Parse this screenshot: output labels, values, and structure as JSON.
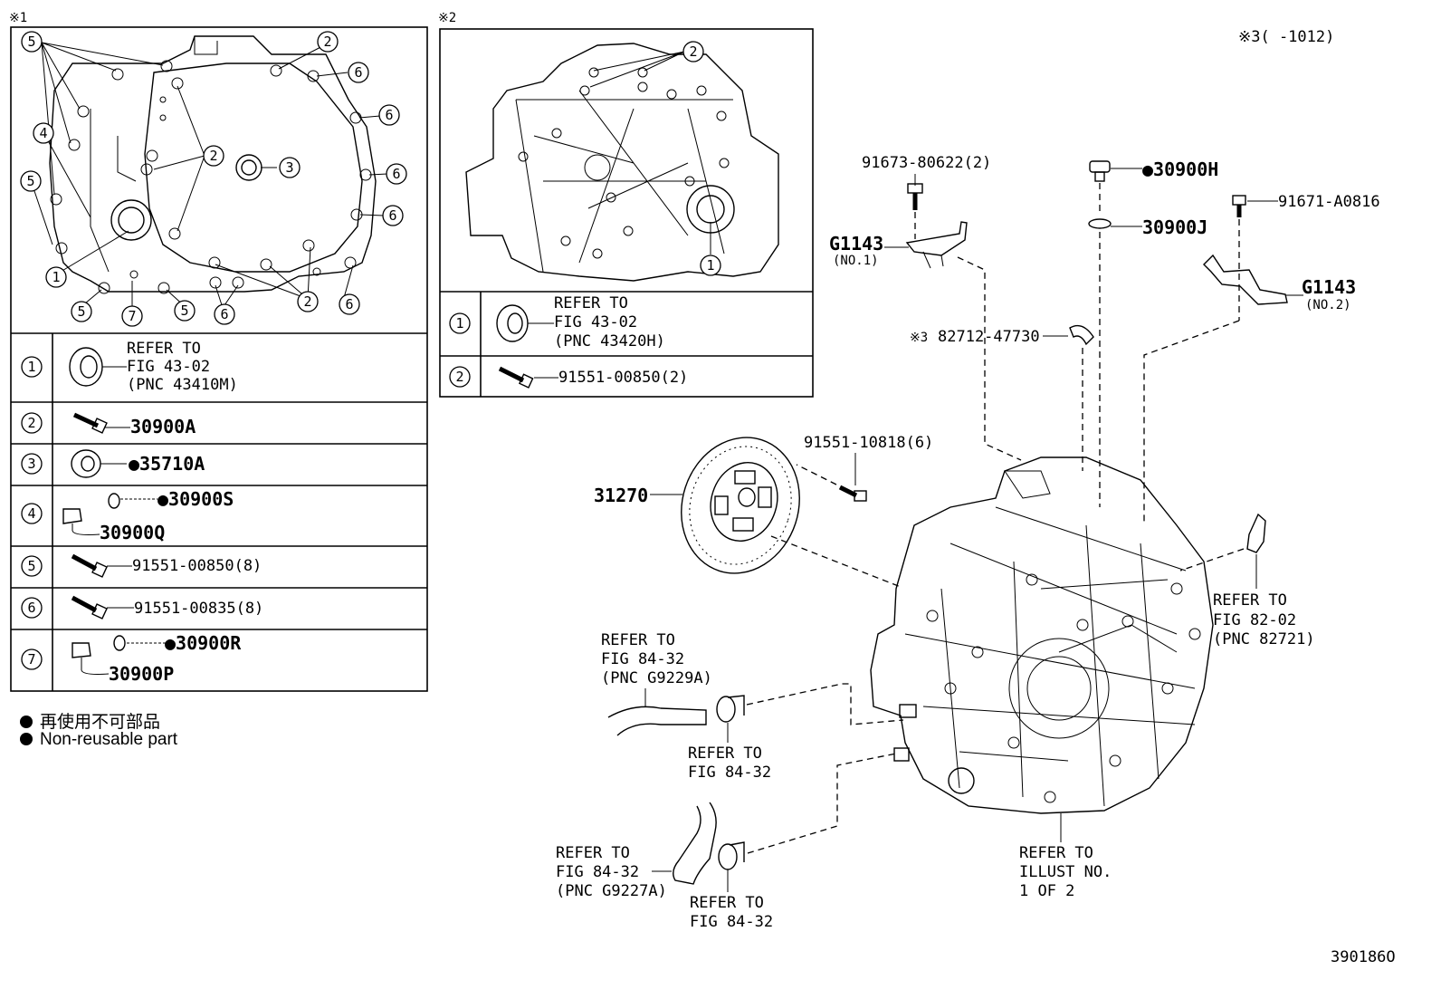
{
  "markers": {
    "box1": "※1",
    "box2": "※2",
    "ref3": "※3(     -1012)",
    "ref3_short": "※3"
  },
  "illustration_id": "390186O",
  "box1": {
    "callouts": [
      "5",
      "2",
      "6",
      "6",
      "4",
      "2",
      "3",
      "6",
      "5",
      "6",
      "1",
      "6",
      "5",
      "7",
      "5",
      "6",
      "2",
      "6"
    ],
    "rows": [
      {
        "num": "1",
        "lines": [
          "REFER TO",
          "FIG 43-02",
          "(PNC 43410M)"
        ]
      },
      {
        "num": "2",
        "part": "30900A"
      },
      {
        "num": "3",
        "part": "●35710A"
      },
      {
        "num": "4",
        "part": "●30900S",
        "part2": "30900Q"
      },
      {
        "num": "5",
        "part": "91551-00850(8)"
      },
      {
        "num": "6",
        "part": "91551-00835(8)"
      },
      {
        "num": "7",
        "part": "●30900R",
        "part2": "30900P"
      }
    ]
  },
  "box2": {
    "callouts": [
      "2",
      "1"
    ],
    "rows": [
      {
        "num": "1",
        "lines": [
          "REFER TO",
          "FIG 43-02",
          "(PNC 43420H)"
        ]
      },
      {
        "num": "2",
        "part": "91551-00850(2)"
      }
    ]
  },
  "legend": {
    "jp": "再使用不可部品",
    "en": "Non-reusable part"
  },
  "main": {
    "p91673": "91673-80622(2)",
    "p30900H": "●30900H",
    "p30900J": "30900J",
    "p91671": "91671-A0816",
    "g1143_1": "G1143",
    "g1143_1_sub": "(NO.1)",
    "g1143_2": "G1143",
    "g1143_2_sub": "(NO.2)",
    "p82712": "82712-47730",
    "p91551_10818": "91551-10818(6)",
    "p31270": "31270",
    "ref8202": [
      "REFER TO",
      "FIG 82-02",
      "(PNC 82721)"
    ],
    "ref_g9229a": [
      "REFER TO",
      "FIG 84-32",
      "(PNC G9229A)"
    ],
    "ref_8432a": [
      "REFER TO",
      "FIG 84-32"
    ],
    "ref_g9227a": [
      "REFER TO",
      "FIG 84-32",
      "(PNC G9227A)"
    ],
    "ref_8432b": [
      "REFER TO",
      "FIG 84-32"
    ],
    "ref_illust": [
      "REFER TO",
      "ILLUST NO.",
      "1 OF 2"
    ]
  }
}
